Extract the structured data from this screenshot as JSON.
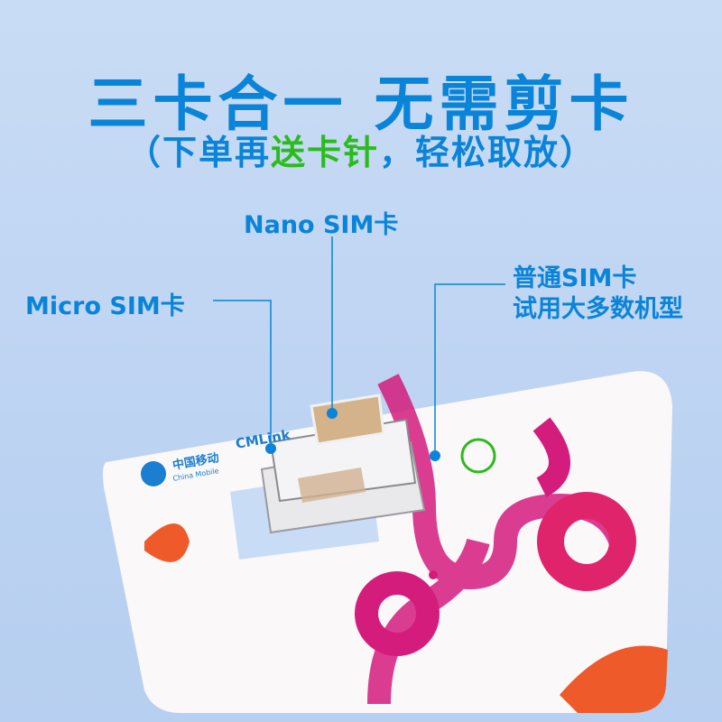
{
  "headline": "三卡合一 无需剪卡",
  "subline": {
    "open": "（下单再",
    "highlight": "送卡针",
    "close": "，轻松取放）"
  },
  "labels": {
    "nano": "Nano SIM卡",
    "micro": "Micro SIM卡",
    "standard_line1": "普通SIM卡",
    "standard_line2": "试用大多数机型"
  },
  "card_logos": {
    "operator": "中国移动",
    "operator_en": "China Mobile",
    "brand": "CMLink"
  },
  "colors": {
    "blue": "#0a84d8",
    "green": "#2cbb1e",
    "magenta": "#d41c7c",
    "orange": "#ef5a2a"
  }
}
